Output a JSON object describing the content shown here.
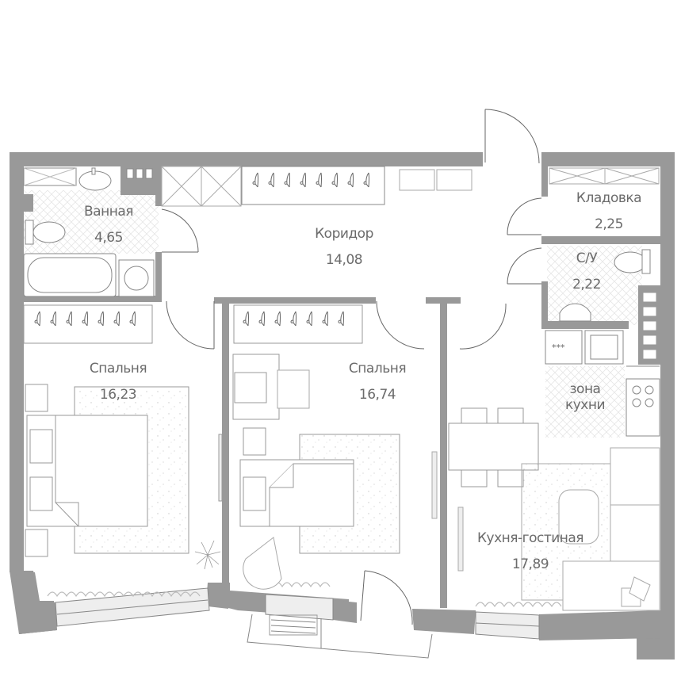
{
  "floor_plan": {
    "colors": {
      "wall": "#999999",
      "line": "#aaaaaa",
      "furniture": "#b4b4b4",
      "text": "#6b6b6b",
      "window_fill": "#eeeeee",
      "background": "#ffffff"
    },
    "rooms": [
      {
        "id": "bathroom",
        "name": "Ванная",
        "area": "4,65"
      },
      {
        "id": "corridor",
        "name": "Коридор",
        "area": "14,08"
      },
      {
        "id": "storage",
        "name": "Кладовка",
        "area": "2,25"
      },
      {
        "id": "wc",
        "name": "С/У",
        "area": "2,22"
      },
      {
        "id": "kitchen-zone",
        "name": "зона",
        "name2": "кухни"
      },
      {
        "id": "bedroom-1",
        "name": "Спальня",
        "area": "16,23"
      },
      {
        "id": "bedroom-2",
        "name": "Спальня",
        "area": "16,74"
      },
      {
        "id": "kitchen-living",
        "name": "Кухня-гостиная",
        "area": "17,89"
      }
    ],
    "fixtures": {
      "stove_symbol": "***"
    }
  }
}
